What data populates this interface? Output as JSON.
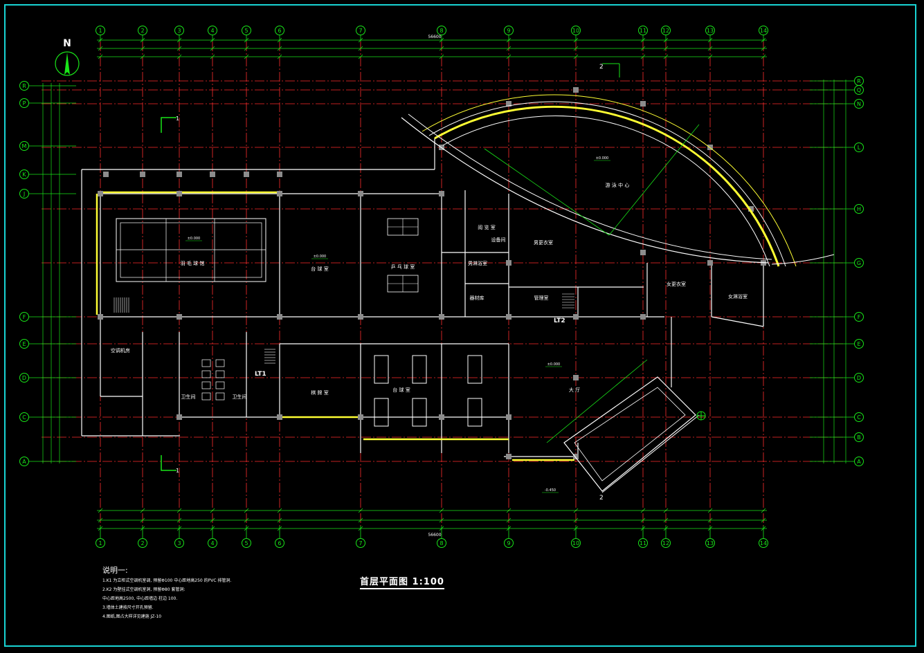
{
  "drawing": {
    "title": "首层平面图 1:100",
    "north_label": "N",
    "total_dim": "56600"
  },
  "colors": {
    "frame": "#19d4d4",
    "axis": "#ff2d2d",
    "dim": "#19e619",
    "wall": "#ffffff",
    "highlight": "#ffff33",
    "text": "#ffffff"
  },
  "grid": {
    "columns": [
      "1",
      "2",
      "3",
      "4",
      "5",
      "6",
      "7",
      "8",
      "9",
      "10",
      "11",
      "12",
      "13",
      "14"
    ],
    "rows_left": [
      "R",
      "P",
      "M",
      "K",
      "J",
      "F",
      "E",
      "D",
      "C",
      "A"
    ],
    "rows_right": [
      "R",
      "Q",
      "N",
      "L",
      "H",
      "G",
      "F",
      "E",
      "D",
      "C",
      "B",
      "A"
    ]
  },
  "rooms": [
    {
      "id": "badminton",
      "label": "羽 毛 球 馆"
    },
    {
      "id": "billiards",
      "label": "台 球 室"
    },
    {
      "id": "pingpong",
      "label": "乒 乓 球 室"
    },
    {
      "id": "pool",
      "label": "游 泳 中 心"
    },
    {
      "id": "aircon",
      "label": "空调机房"
    },
    {
      "id": "chess",
      "label": "棋 牌 室"
    },
    {
      "id": "tabletennis2",
      "label": "台 球 室"
    },
    {
      "id": "hall",
      "label": "大 厅"
    },
    {
      "id": "toilet1",
      "label": "卫生间"
    },
    {
      "id": "toilet2",
      "label": "卫生间"
    },
    {
      "id": "reading",
      "label": "阅 览 室"
    },
    {
      "id": "changing1",
      "label": "男更衣室"
    },
    {
      "id": "changing2",
      "label": "女更衣室"
    },
    {
      "id": "shower1",
      "label": "男淋浴室"
    },
    {
      "id": "shower2",
      "label": "女淋浴室"
    },
    {
      "id": "storage",
      "label": "器材库"
    },
    {
      "id": "office",
      "label": "管理室"
    },
    {
      "id": "equipment",
      "label": "设备间"
    }
  ],
  "tags": {
    "lt1": "LT1",
    "lt2": "LT2",
    "section": "1",
    "section2": "2",
    "level_0": "±0.000",
    "level_m": "-0.450"
  },
  "notes": {
    "heading": "说明一:",
    "lines": [
      "1.K1 为立柜式空调机室调, 预留Φ100 中心距地高250 的PVC 排管洞.",
      "2.K2 为壁挂式空调机室洞, 预留Φ80 套管洞:",
      "   中心距地高2500, 中心距墙边 柱边 100.",
      "3.墙体土建按尺寸开孔预留.",
      "4.图纸,图占大样详见建施 JZ-10"
    ]
  }
}
